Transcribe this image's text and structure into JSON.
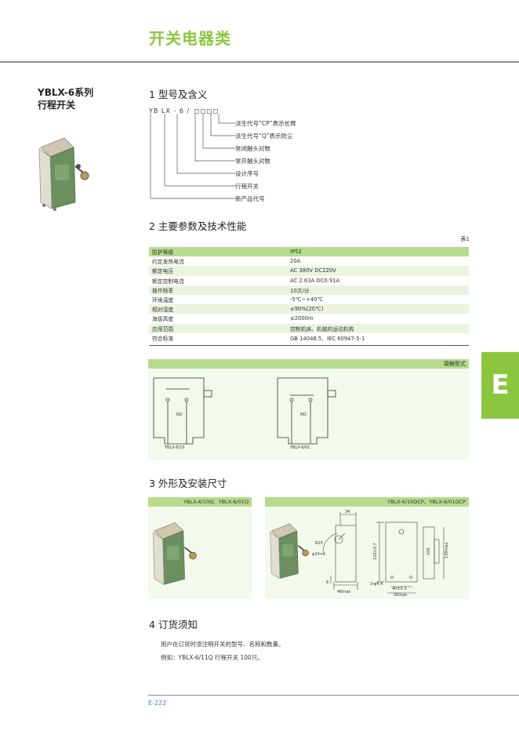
{
  "header": {
    "category_title": "开关电器类"
  },
  "product": {
    "name_line1": "YBLX-6系列",
    "name_line2": "行程开关"
  },
  "section1": {
    "title": "1 型号及含义",
    "code_prefix": "YB LX - 6 /",
    "labels": [
      "派生代号“CP”表示长臂",
      "派生代号“Q”表示防尘",
      "常闭触头对数",
      "常开触头对数",
      "设计序号",
      "行程开关",
      "新产品代号"
    ]
  },
  "section2": {
    "title": "2 主要参数及技术性能",
    "table_no": "表1",
    "rows": [
      [
        "防护等级",
        "IP52"
      ],
      [
        "约定发热电流",
        "20A"
      ],
      [
        "额定电压",
        "AC 380V    DC220V"
      ],
      [
        "额定控制电流",
        "AC 2.63A   DC0.91A"
      ],
      [
        "操作频率",
        "10次/分"
      ],
      [
        "环境温度",
        "-5℃~+40℃"
      ],
      [
        "相对湿度",
        "≤90%(20℃)"
      ],
      [
        "海拔高度",
        "≤2000m"
      ],
      [
        "应用范围",
        "控制机床、机械的运动机构"
      ],
      [
        "符合标准",
        "GB 14048.5、IEC 60947-5-1"
      ]
    ],
    "contact_header": "接触型式",
    "contact_left_no": "NO",
    "contact_left_label": "YBLX-6/10",
    "contact_right_no": "NO",
    "contact_right_label": "YBLX-6/01"
  },
  "side_tab": {
    "letter": "E"
  },
  "section3": {
    "title": "3 外形及安装尺寸",
    "left_header": "YBLX-6/10Q、YBLX-6/01Q",
    "right_header": "YBLX-6/10QCP、YBLX-6/01QCP",
    "dims": {
      "top_width": "34",
      "radius": "R25",
      "roller": "φ24×6",
      "height": "120±0.7",
      "bottom_width": "48max",
      "small": "8",
      "hole": "3-φ4.4",
      "hole_spacing": "40±0.3",
      "base_width": "56max",
      "total_height": "130max",
      "mid": "100"
    }
  },
  "section4": {
    "title": "4 订货须知",
    "line1": "用户在订货时须注明开关的型号、名称和数量。",
    "line2": "例如：YBLX-6/11Q  行程开关  100只。"
  },
  "footer": {
    "page": "E-222"
  },
  "colors": {
    "accent": "#8cc63f",
    "table_header": "#b5dc8c",
    "page_number": "#3a7bd5"
  }
}
